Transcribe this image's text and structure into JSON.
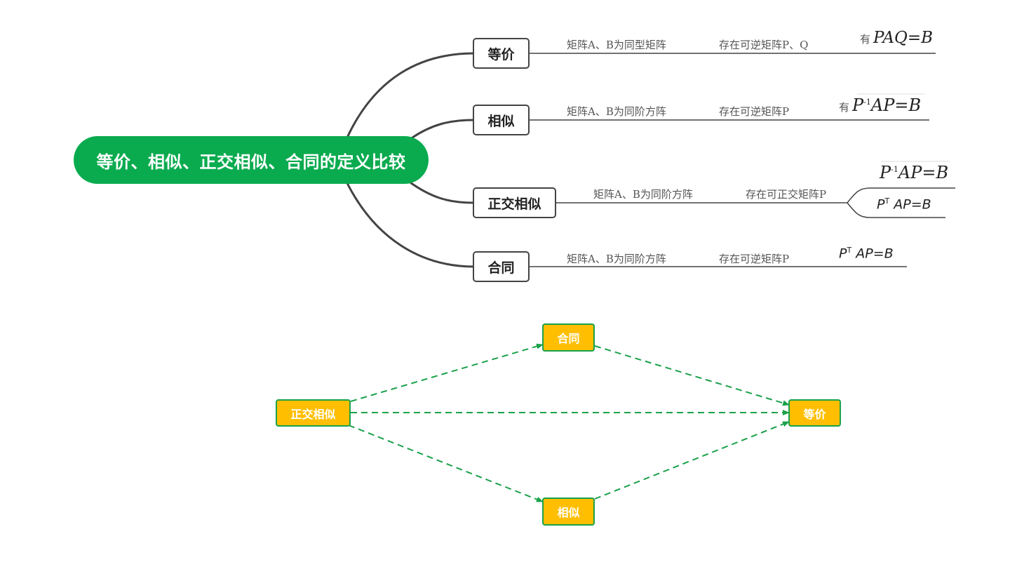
{
  "root": {
    "title": "等价、相似、正交相似、合同的定义比较"
  },
  "branches": [
    {
      "name": "等价",
      "cond1": "矩阵A、B为同型矩阵",
      "cond2": "存在可逆矩阵P、Q",
      "result": {
        "prefix": "有",
        "formula": "PAQ=B"
      }
    },
    {
      "name": "相似",
      "cond1": "矩阵A、B为同阶方阵",
      "cond2": "存在可逆矩阵P",
      "result": {
        "prefix": "有",
        "base": "P",
        "exp": "-1",
        "rest": "AP=B"
      }
    },
    {
      "name": "正交相似",
      "cond1": "矩阵A、B为同阶方阵",
      "cond2": "存在可正交矩阵P",
      "result1": {
        "base": "P",
        "exp": "-1",
        "rest": "AP=B"
      },
      "result2": {
        "base": "P",
        "exp": "T",
        "rest": "AP=B"
      }
    },
    {
      "name": "合同",
      "cond1": "矩阵A、B为同阶方阵",
      "cond2": "存在可逆矩阵P",
      "result": {
        "base": "P",
        "exp": "T",
        "rest": "AP=B"
      }
    }
  ],
  "flow": {
    "nodes": {
      "orth": "正交相似",
      "cong": "合同",
      "sim": "相似",
      "equiv": "等价"
    }
  },
  "colors": {
    "root": "#0aab4f",
    "node_fill": "#ffbf00",
    "node_border": "#1aa14a",
    "arrow": "#1aa14a",
    "line": "#444444"
  }
}
